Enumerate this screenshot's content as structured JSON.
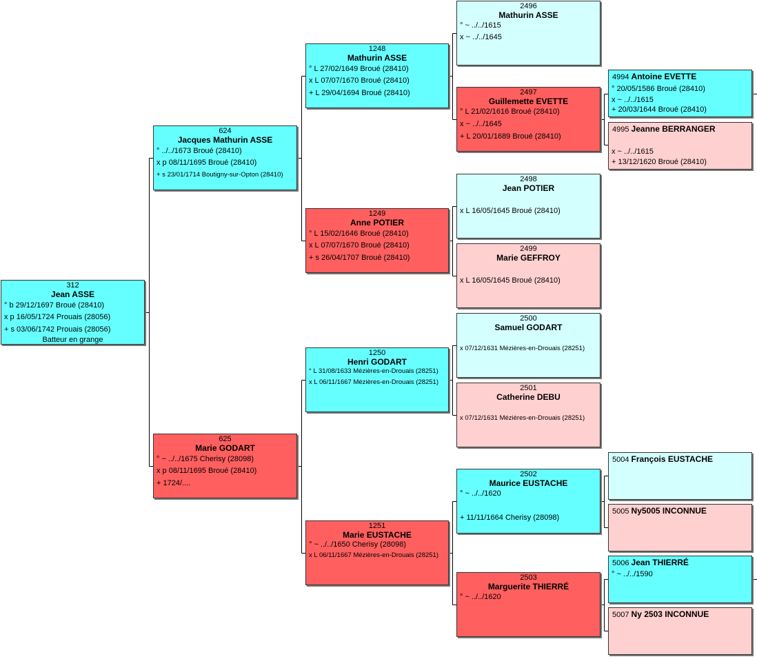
{
  "people": [
    {
      "id": "p312",
      "num": "312",
      "name": "Jean ASSE",
      "lines": [
        "° b 29/12/1697 Broué (28410)",
        "x p 16/05/1724 Prouais (28056)",
        "+ s 03/06/1742 Prouais (28056)"
      ],
      "note": "Batteur en grange"
    },
    {
      "id": "p624",
      "num": "624",
      "name": "Jacques Mathurin ASSE",
      "lines": [
        "° ../../1673 Broué (28410)",
        "x p 08/11/1695 Broué (28410)",
        "+ s 23/01/1714 Boutigny-sur-Opton (28410)"
      ]
    },
    {
      "id": "p625",
      "num": "625",
      "name": "Marie GODART",
      "lines": [
        "° ~ ../../1675 Cherisy (28098)",
        "x p 08/11/1695 Broué (28410)",
        "+ 1724/...."
      ]
    },
    {
      "id": "p1248",
      "num": "1248",
      "name": "Mathurin ASSE",
      "lines": [
        "° L 27/02/1649 Broué (28410)",
        "x L 07/07/1670 Broué (28410)",
        "+ L 29/04/1694 Broué (28410)"
      ]
    },
    {
      "id": "p1249",
      "num": "1249",
      "name": "Anne POTIER",
      "lines": [
        "° L 15/02/1646 Broué (28410)",
        "x L 07/07/1670 Broué (28410)",
        "+ s 26/04/1707 Broué (28410)"
      ]
    },
    {
      "id": "p1250",
      "num": "1250",
      "name": "Henri GODART",
      "lines": [
        "° L 31/08/1633 Mézières-en-Drouais (28251)",
        "x L 06/11/1667 Mézières-en-Drouais (28251)"
      ]
    },
    {
      "id": "p1251",
      "num": "1251",
      "name": "Marie EUSTACHE",
      "lines": [
        "° ~ ../../1650 Cherisy (28098)",
        "x L 06/11/1667 Mézières-en-Drouais (28251)"
      ]
    },
    {
      "id": "p2496",
      "num": "2496",
      "name": "Mathurin ASSE",
      "lines": [
        "° ~ ../../1615",
        "x ~ ../../1645"
      ]
    },
    {
      "id": "p2497",
      "num": "2497",
      "name": "Guillemette EVETTE",
      "lines": [
        "° L 21/02/1616 Broué (28410)",
        "x ~ ../../1645",
        "+ L 20/01/1689 Broué (28410)"
      ]
    },
    {
      "id": "p2498",
      "num": "2498",
      "name": "Jean POTIER",
      "lines": [
        "x L 16/05/1645 Broué (28410)"
      ]
    },
    {
      "id": "p2499",
      "num": "2499",
      "name": "Marie GEFFROY",
      "lines": [
        "x L 16/05/1645 Broué (28410)"
      ]
    },
    {
      "id": "p2500",
      "num": "2500",
      "name": "Samuel GODART",
      "lines": [
        "x 07/12/1631 Mézières-en-Drouais (28251)"
      ]
    },
    {
      "id": "p2501",
      "num": "2501",
      "name": "Catherine DEBU",
      "lines": [
        "x 07/12/1631 Mézières-en-Drouais (28251)"
      ]
    },
    {
      "id": "p2502",
      "num": "2502",
      "name": "Maurice EUSTACHE",
      "lines": [
        "° ~ ../../1620",
        "+ 11/11/1664 Cherisy (28098)"
      ]
    },
    {
      "id": "p2503",
      "num": "2503",
      "name": "Marguerite THIERRÉ",
      "lines": [
        "° ~ ../../1620"
      ]
    },
    {
      "id": "p4994",
      "num": "4994",
      "name": "Antoine EVETTE",
      "lines": [
        "° 20/05/1586 Broué (28410)",
        "x ~ ../../1615",
        "+ 20/03/1644 Broué (28410)"
      ]
    },
    {
      "id": "p4995",
      "num": "4995",
      "name": "Jeanne BERRANGER",
      "lines": [
        "x ~ ../../1615",
        "+ 13/12/1620 Broué (28410)"
      ]
    },
    {
      "id": "p5004",
      "num": "5004",
      "name": "François EUSTACHE",
      "lines": []
    },
    {
      "id": "p5005",
      "num": "5005",
      "name": "Ny5005 INCONNUE",
      "lines": []
    },
    {
      "id": "p5006",
      "num": "5006",
      "name": "Jean THIERRÉ",
      "lines": [
        "° ~ ../../1590"
      ]
    },
    {
      "id": "p5007",
      "num": "5007",
      "name": "Ny 2503 INCONNUE",
      "lines": []
    }
  ]
}
